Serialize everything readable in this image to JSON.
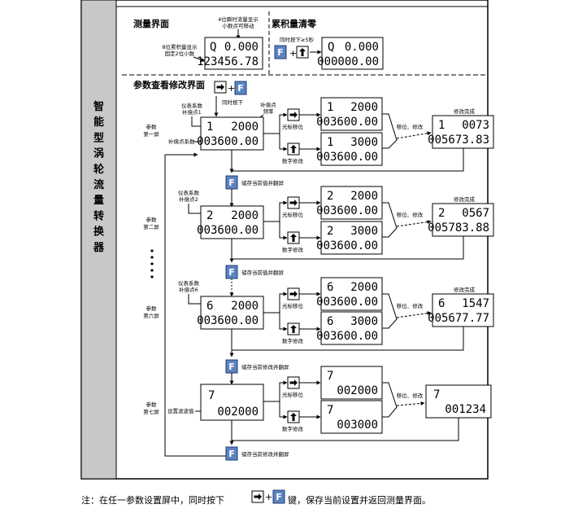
{
  "sidebar": {
    "title_chars": [
      "智",
      "能",
      "型",
      "涡",
      "轮",
      "流",
      "量",
      "转",
      "换",
      "器"
    ]
  },
  "measure": {
    "title": "测量界面",
    "annot_flow": [
      "4位瞬时流量显示",
      "小数点可移动"
    ],
    "annot_total": [
      "8位累积量显示",
      "固定2位小数"
    ],
    "line1_q": "Q",
    "line1_value": "0.000",
    "line2_value": "123456.78"
  },
  "clear": {
    "title": "累积量清零",
    "press_note": "同时按下≥5秒",
    "line1_q": "Q",
    "line1_value": "0.000",
    "line2_value": "000000.00"
  },
  "param": {
    "title": "参数查看修改界面",
    "press_together": "同时按下",
    "cursor_move": "光标移位",
    "digit_modify": "数字修改",
    "move_modify": "移位、修改",
    "modify_done": "修改完成",
    "save_next": "储存当前值并翻屏",
    "save_mod_next": "储存当前修改并翻屏",
    "freq_comp": [
      "补偿点",
      "频率"
    ],
    "screen1": {
      "label": [
        "参数",
        "第一屏"
      ],
      "coef_label": [
        "仪表系数",
        "补偿点1"
      ],
      "comp_coef": "补偿点系数",
      "main": [
        "1",
        "2000",
        "003600.00"
      ],
      "shift": [
        "1",
        "2000",
        "003600.00"
      ],
      "digit": [
        "1",
        "3000",
        "003600.00"
      ],
      "done": [
        "1",
        "0073",
        "005673.83"
      ]
    },
    "screen2": {
      "label": [
        "参数",
        "第二屏"
      ],
      "coef_label": [
        "仪表系数",
        "补偿点2"
      ],
      "main": [
        "2",
        "2000",
        "003600.00"
      ],
      "shift": [
        "2",
        "2000",
        "003600.00"
      ],
      "digit": [
        "2",
        "3000",
        "003600.00"
      ],
      "done": [
        "2",
        "0567",
        "005783.88"
      ]
    },
    "screen6": {
      "label": [
        "参数",
        "第六屏"
      ],
      "coef_label": [
        "仪表系数",
        "补偿点6"
      ],
      "main": [
        "6",
        "2000",
        "003600.00"
      ],
      "shift": [
        "6",
        "2000",
        "003600.00"
      ],
      "digit": [
        "6",
        "3000",
        "003600.00"
      ],
      "done": [
        "6",
        "1547",
        "005677.77"
      ]
    },
    "screen7": {
      "label": [
        "参数",
        "第七屏"
      ],
      "filter_label": "设置滤波值",
      "main": [
        "7",
        "002000"
      ],
      "shift": [
        "7",
        "002000"
      ],
      "digit": [
        "7",
        "003000"
      ],
      "done": [
        "7",
        "001234"
      ]
    }
  },
  "keys": {
    "f": "F",
    "right_arrow": "➡",
    "up_arrow": "⬆",
    "plus": "+"
  },
  "note": {
    "prefix": "注：在任一参数设置屏中，同时按下",
    "suffix": "键，保存当前设置并返回测量界面。"
  }
}
